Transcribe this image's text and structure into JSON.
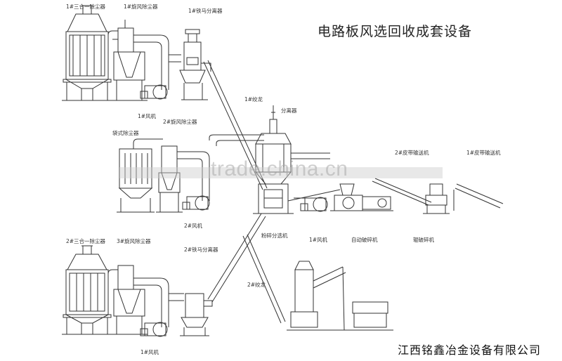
{
  "title": "电路板风选回收成套设备",
  "company": "江西铭鑫冶金设备有限公司",
  "watermark": "trade.china.cn",
  "labels": {
    "l01": "1#三合一除尘器",
    "l02": "1#旋风除尘器",
    "l03": "1#铁马分离器",
    "l04": "1#风机",
    "l05": "1#绞龙",
    "l06": "分离器",
    "l07": "袋式除尘器",
    "l08": "2#旋风除尘器",
    "l09": "2#风机",
    "l10": "2#皮带输送机",
    "l11": "1#皮带输送机",
    "l12": "1#风机",
    "l13": "粉碎分选机",
    "l14": "自动破碎机",
    "l15": "辊破碎机",
    "l16": "2#三合一除尘器",
    "l17": "3#旋风除尘器",
    "l18": "2#铁马分离器",
    "l19": "2#绞龙",
    "l20": "1#风机"
  }
}
